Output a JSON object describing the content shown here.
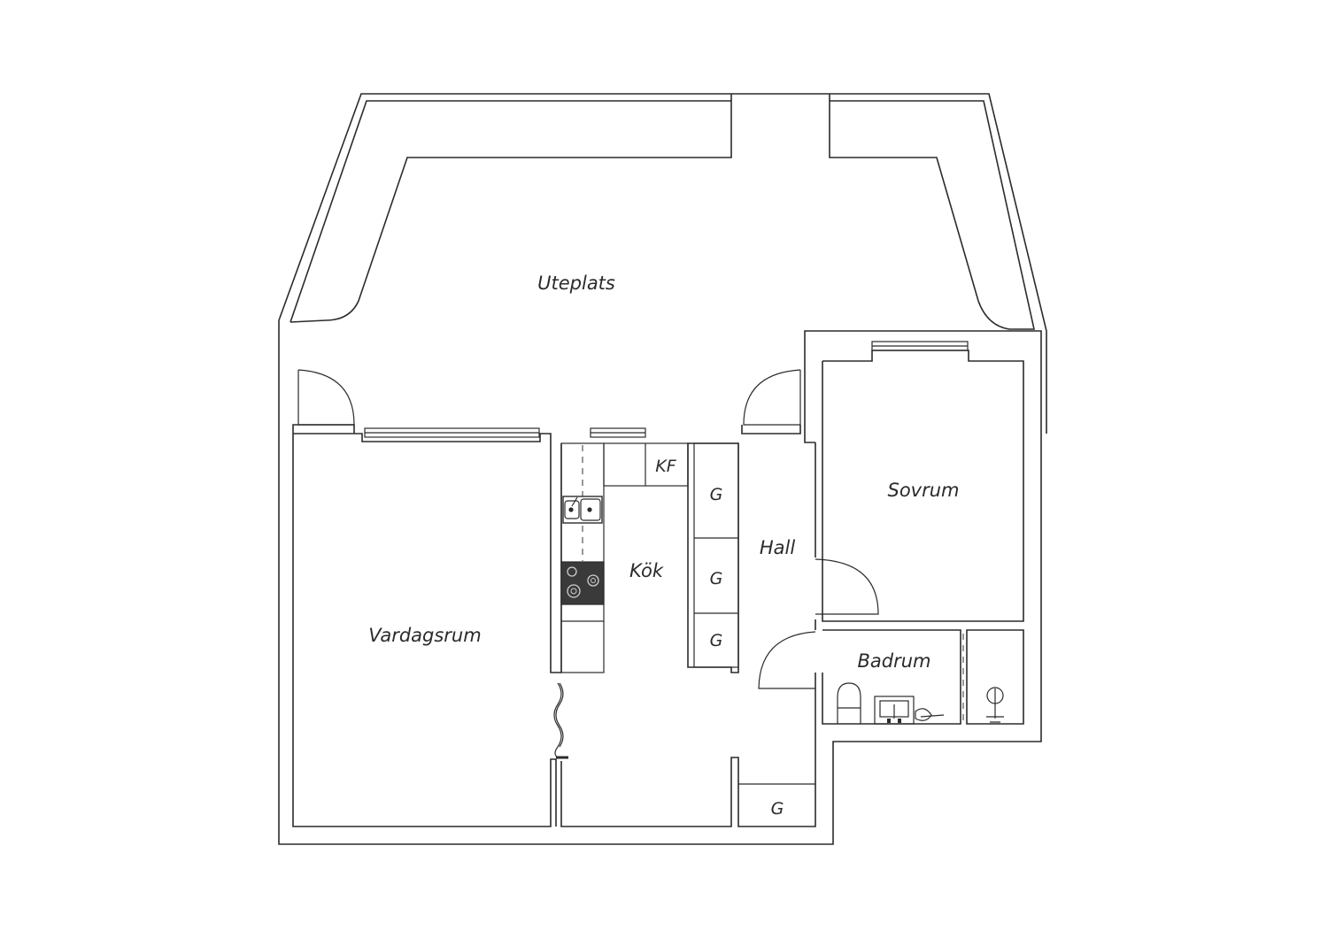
{
  "rooms": {
    "uteplats": "Uteplats",
    "sovrum": "Sovrum",
    "hall": "Hall",
    "kok": "Kök",
    "vardagsrum": "Vardagsrum",
    "badrum": "Badrum",
    "kf": "KF"
  },
  "closets": {
    "g1": "G",
    "g2": "G",
    "g3": "G",
    "g4": "G"
  },
  "colors": {
    "line": "#2b2b2b",
    "stove": "#3a3a3a"
  }
}
